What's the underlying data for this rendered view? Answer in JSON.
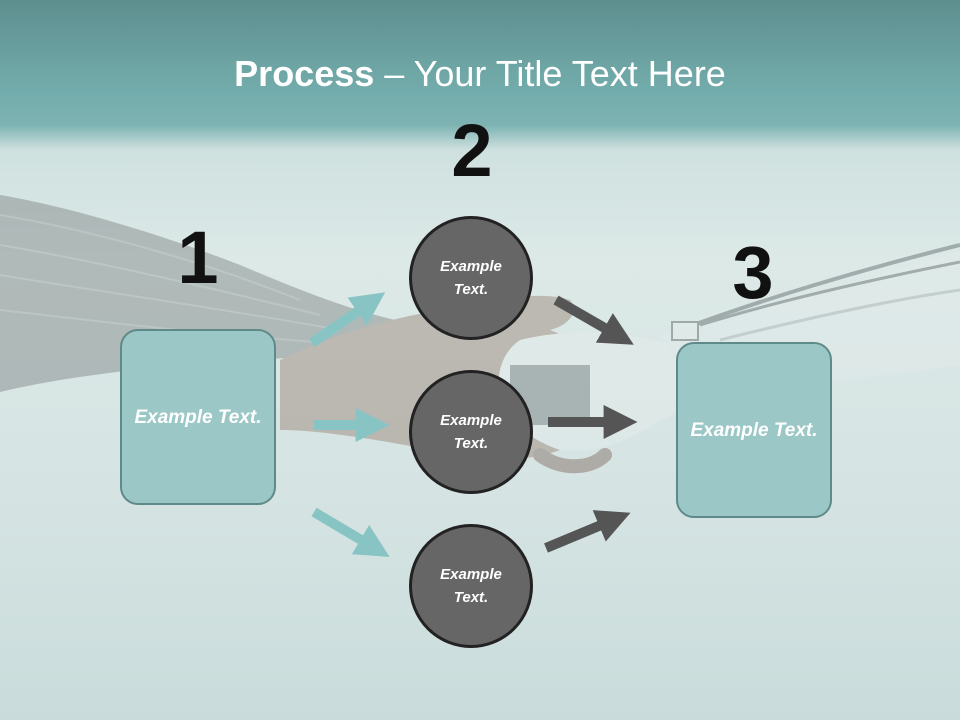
{
  "title": {
    "bold": "Process",
    "rest": " – Your Title Text Here"
  },
  "steps": {
    "one": "1",
    "two": "2",
    "three": "3"
  },
  "left_box": {
    "text": "Example Text."
  },
  "circles": [
    {
      "text": "Example Text."
    },
    {
      "text": "Example Text."
    },
    {
      "text": "Example Text."
    }
  ],
  "right_box": {
    "text": "Example Text."
  },
  "colors": {
    "teal_arrow": "#88c4c4",
    "gray_arrow": "#555555",
    "box_fill": "#9bc7c6",
    "circle_fill": "#666666"
  }
}
